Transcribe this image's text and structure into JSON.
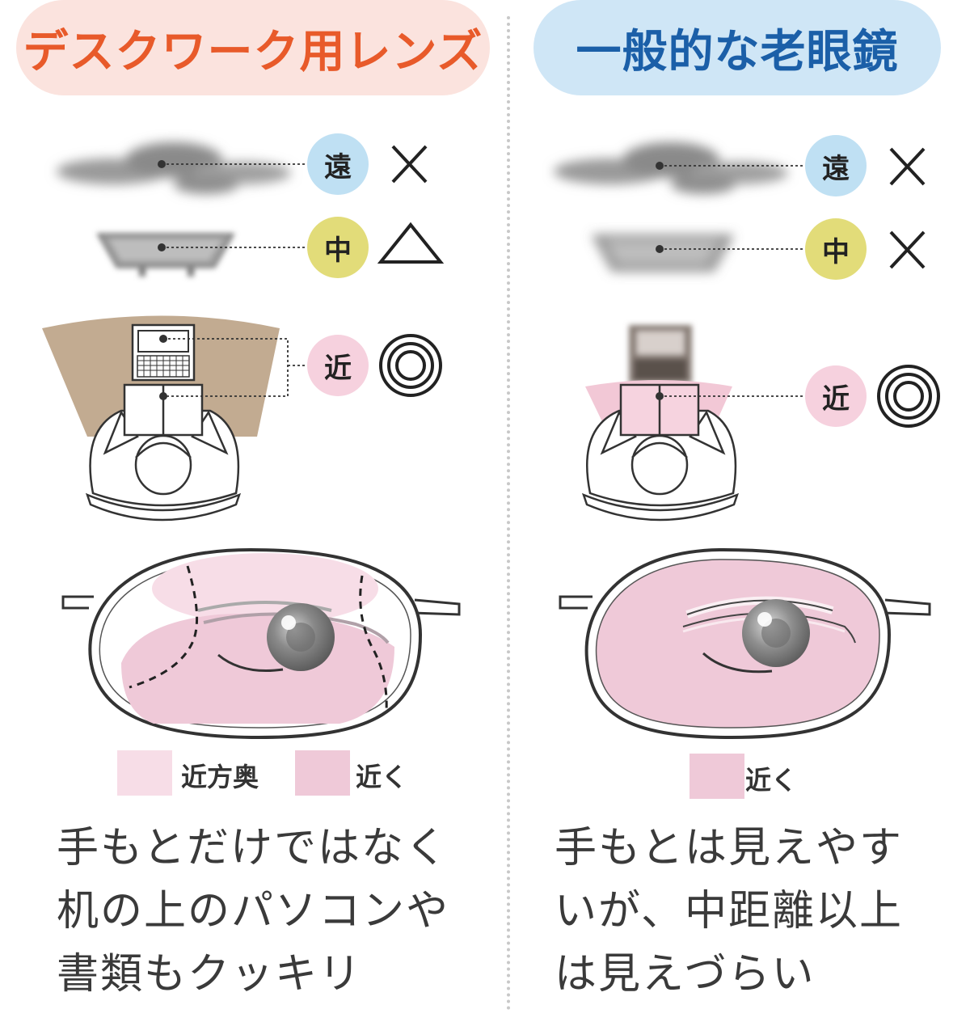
{
  "left": {
    "title": "デスクワーク用レンズ",
    "distances": [
      {
        "label": "遠",
        "mark": "×"
      },
      {
        "label": "中",
        "mark": "△"
      },
      {
        "label": "近",
        "mark": "◎"
      }
    ],
    "legend": [
      "近方奥",
      "近く"
    ],
    "description": [
      "手もとだけではなく",
      "机の上のパソコンや",
      "書類もクッキリ"
    ]
  },
  "right": {
    "title": "一般的な老眼鏡",
    "distances": [
      {
        "label": "遠",
        "mark": "×"
      },
      {
        "label": "中",
        "mark": "×"
      },
      {
        "label": "近",
        "mark": "◎"
      }
    ],
    "legend": [
      "近く"
    ],
    "description": [
      "手もとは見えやす",
      "いが、中距離以上",
      "は見えづらい"
    ]
  },
  "colors": {
    "left_title": "#e85a2a",
    "right_title": "#1b5fa8",
    "far_circle": "#bfe0f3",
    "mid_circle": "#e2dc79",
    "near_circle": "#f6d1de",
    "near_zone": "#efc9d8",
    "deep_zone": "#f7dde7",
    "desk_area": "#c2ab91"
  }
}
